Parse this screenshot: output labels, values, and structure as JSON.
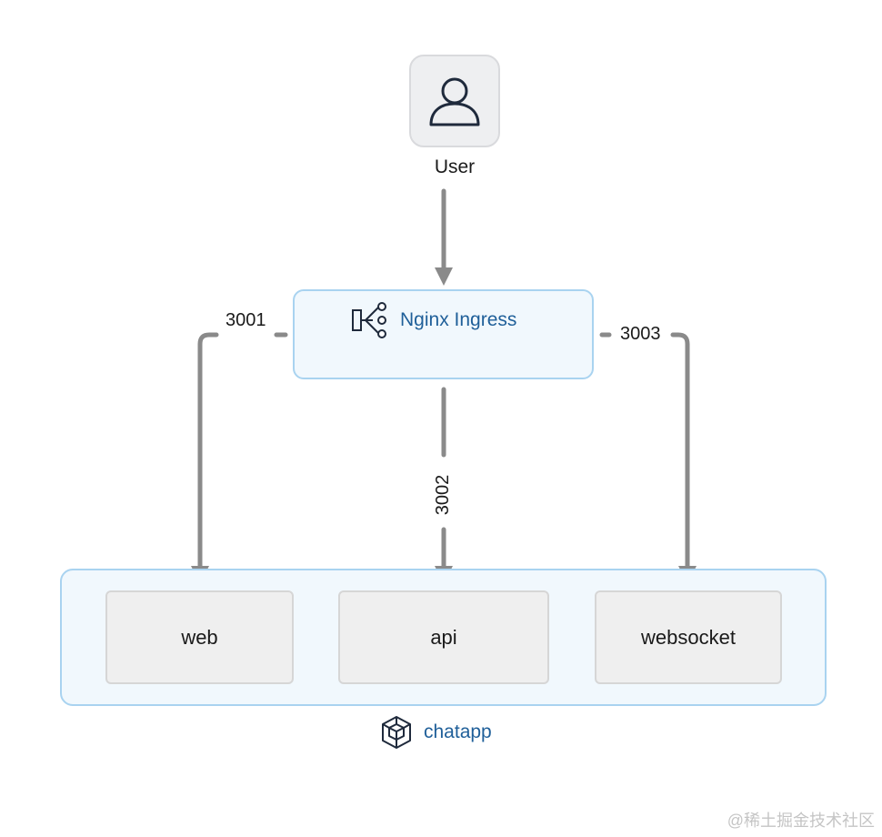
{
  "user": {
    "label": "User",
    "icon": "user-icon"
  },
  "ingress": {
    "label": "Nginx Ingress",
    "icon": "load-balancer-icon"
  },
  "connections": {
    "web_port": "3001",
    "api_port": "3002",
    "websocket_port": "3003"
  },
  "cluster": {
    "label": "chatapp",
    "icon": "package-cube-icon",
    "services": {
      "web": "web",
      "api": "api",
      "websocket": "websocket"
    }
  },
  "watermark": "@稀土掘金技术社区",
  "colors": {
    "accent_blue": "#1f5f99",
    "box_border_blue": "#a9d3f0",
    "box_fill_blue": "#f1f8fd",
    "arrow_gray": "#8a8a8a",
    "service_fill": "#efefef"
  }
}
